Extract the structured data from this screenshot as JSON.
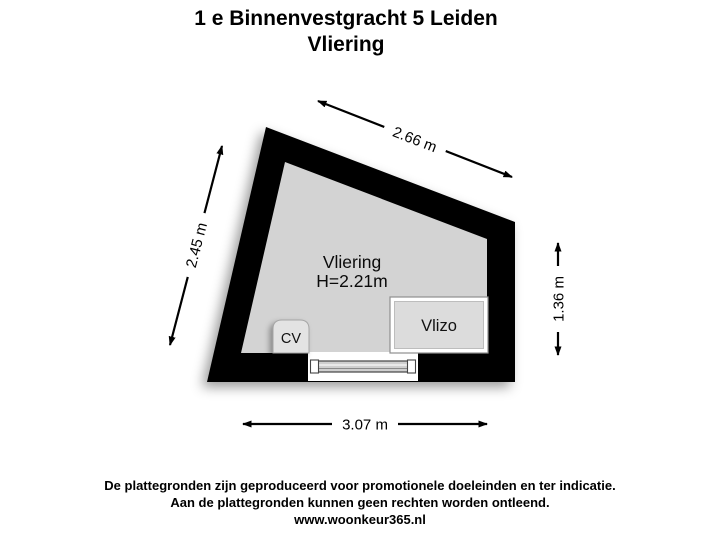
{
  "title": {
    "line1": "1 e Binnenvestgracht 5  Leiden",
    "line2": "Vliering"
  },
  "floorplan": {
    "room": {
      "name": "Vliering",
      "height_label": "H=2.21m"
    },
    "fixtures": {
      "cv_label": "CV",
      "vlizo_label": "Vlizo"
    },
    "dimensions": {
      "top": "2.66 m",
      "left": "2.45 m",
      "right": "1.36 m",
      "bottom": "3.07 m"
    },
    "colors": {
      "wall": "#000000",
      "floor": "#d3d3d3",
      "background": "#ffffff",
      "fixture_fill": "#e3e3e3",
      "vlizo_fill": "#dcdcdc",
      "pill_fill": "#ffffff"
    }
  },
  "footer": {
    "line1": "De plattegronden zijn geproduceerd voor promotionele doeleinden en ter indicatie.",
    "line2": "Aan de plattegronden kunnen geen rechten worden ontleend.",
    "line3": "www.woonkeur365.nl"
  }
}
